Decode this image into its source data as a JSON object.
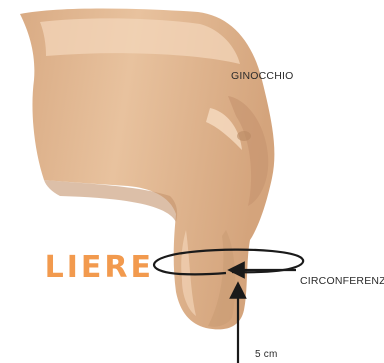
{
  "labels": {
    "knee": "GINOCCHIO",
    "circumference": "CIRCONFERENZA",
    "distance": "5 cm",
    "title_fragment": "LIERE"
  },
  "colors": {
    "skin_base": "#e7c09b",
    "skin_shadow": "#c99a73",
    "skin_highlight": "#f6dcc2",
    "accent": "#f29a4e",
    "line": "#1a1a1a",
    "text": "#2b2b2b"
  },
  "icons": {
    "measure_ring": "ellipse-arrow",
    "measure_arrow": "up-arrow"
  }
}
